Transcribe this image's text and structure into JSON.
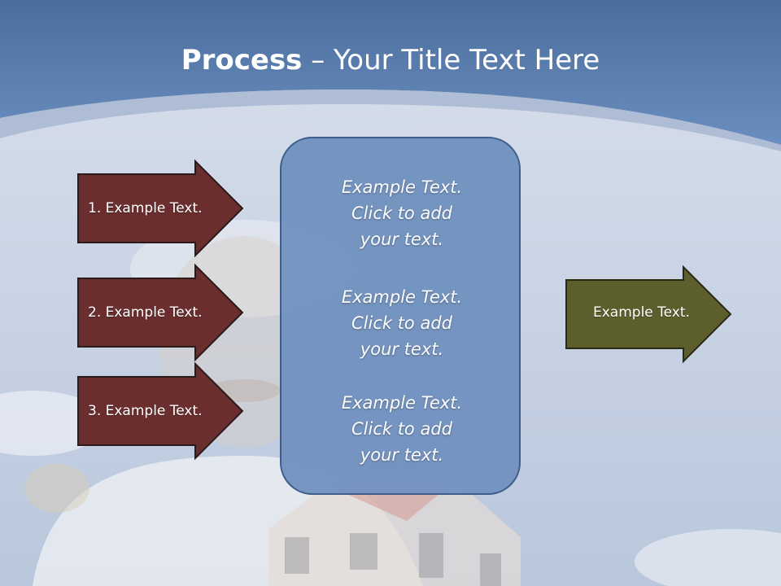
{
  "title": {
    "bold": "Process",
    "rest": " – Your Title Text Here"
  },
  "left_arrows": [
    {
      "label": "1. Example Text."
    },
    {
      "label": "2. Example Text."
    },
    {
      "label": "3. Example Text."
    }
  ],
  "center_blocks": [
    {
      "lines": [
        "Example Text.",
        "Click  to add",
        "your text."
      ]
    },
    {
      "lines": [
        "Example Text.",
        "Click  to add",
        "your text."
      ]
    },
    {
      "lines": [
        "Example Text.",
        "Click  to add",
        "your text."
      ]
    }
  ],
  "right_arrow": {
    "label": "Example Text."
  },
  "colors": {
    "header_blue": "#5a7fb0",
    "left_arrow_fill": "#6b2e2e",
    "right_arrow_fill": "#5c5e2c",
    "center_box_fill": "#7393c0",
    "text": "#ffffff"
  }
}
